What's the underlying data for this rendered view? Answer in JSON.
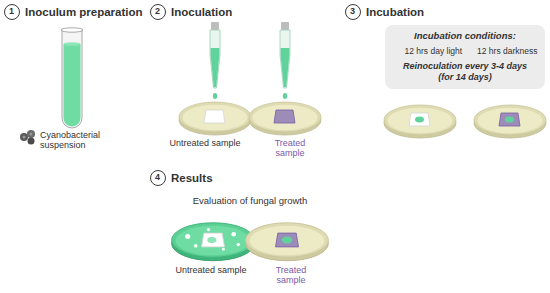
{
  "diagram": {
    "nodes": [
      {
        "text": [
          "1",
          "Inoculum preparation"
        ]
      },
      {
        "text": [
          "2",
          "Inoculation"
        ]
      },
      {
        "text": [
          "3",
          "Incubation"
        ]
      },
      {
        "text": [
          "Incubation conditions:",
          "12 hrs day light",
          "12 hrs darkness",
          "Reinoculation every 3-4 days (for 14 days)"
        ]
      },
      {
        "text": [
          "4",
          "Results"
        ]
      }
    ],
    "labels": [
      "Cyanobacterial suspension",
      "Untreated sample",
      "Treated sample",
      "Evaluation of fungal growth",
      "Untreated sample",
      "Treated sample"
    ]
  }
}
